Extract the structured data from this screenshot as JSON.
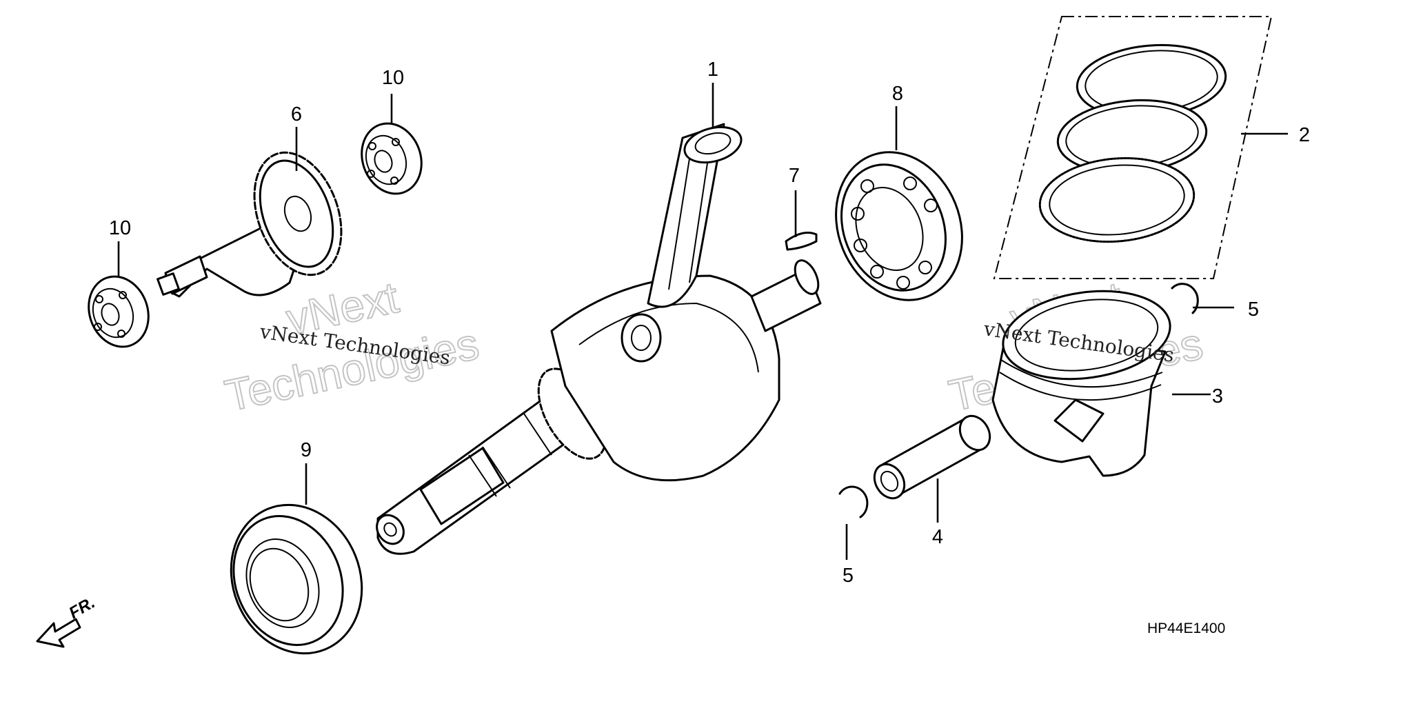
{
  "diagram": {
    "callouts": {
      "p1": "1",
      "p2": "2",
      "p3": "3",
      "p4": "4",
      "p5_top": "5",
      "p5_bottom": "5",
      "p6": "6",
      "p7": "7",
      "p8": "8",
      "p9": "9",
      "p10_top": "10",
      "p10_left": "10"
    },
    "part_code": "HP44E1400",
    "direction_label": "FR.",
    "watermark": {
      "brand_left": "vNext Technologies",
      "brand_right": "vNext Technologies",
      "big_line1": "vNext",
      "big_line2": "Technologies"
    }
  }
}
